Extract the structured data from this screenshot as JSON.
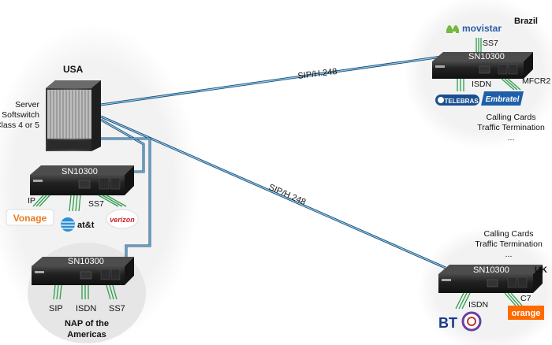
{
  "colors": {
    "link_dark": "#1f4a7a",
    "link_light": "#8fd3ea",
    "green": "#2e9c4c",
    "device": "#1f1f1f",
    "halo": "#eeeeee",
    "orange": "#ff6a00",
    "bt_blue": "#1b3a8c",
    "telebras": "#1a4f8f",
    "embratel": "#1f5fa8",
    "vonage": "#e87b21",
    "verizon": "#cc1f26",
    "movistar_green": "#74b83f",
    "movistar_blue": "#2a5ea6"
  },
  "regions": {
    "usa": "USA",
    "brazil": "Brazil",
    "uk": "UK"
  },
  "server": {
    "label_line1": "Server",
    "label_line2": "Softswitch",
    "label_line3": "Class 4 or 5"
  },
  "links": {
    "to_brazil": "SIP/H.248",
    "to_uk": "SIP/H.248"
  },
  "devices": {
    "usa_device": "SN10300",
    "nap_device": "SN10300",
    "brazil_device": "SN10300",
    "uk_device": "SN10300"
  },
  "usa": {
    "proto_ip": "IP",
    "proto_ss7": "SS7",
    "logo_vonage": "Vonage",
    "logo_att": "at&t",
    "logo_verizon": "verizon"
  },
  "nap": {
    "proto_sip": "SIP",
    "proto_isdn": "ISDN",
    "proto_ss7": "SS7",
    "label_line1": "NAP of the",
    "label_line2": "Americas"
  },
  "brazil": {
    "proto_ss7": "SS7",
    "proto_isdn": "ISDN",
    "proto_mfcr2": "MFCR2",
    "logo_movistar": "movistar",
    "logo_telebras": "TELEBRAS",
    "logo_embratel": "Embratel",
    "services_line1": "Calling Cards",
    "services_line2": "Traffic Termination",
    "services_line3": "..."
  },
  "uk": {
    "proto_isdn": "ISDN",
    "proto_c7": "C7",
    "logo_bt": "BT",
    "logo_orange": "orange",
    "services_line1": "Calling Cards",
    "services_line2": "Traffic Termination",
    "services_line3": "..."
  }
}
